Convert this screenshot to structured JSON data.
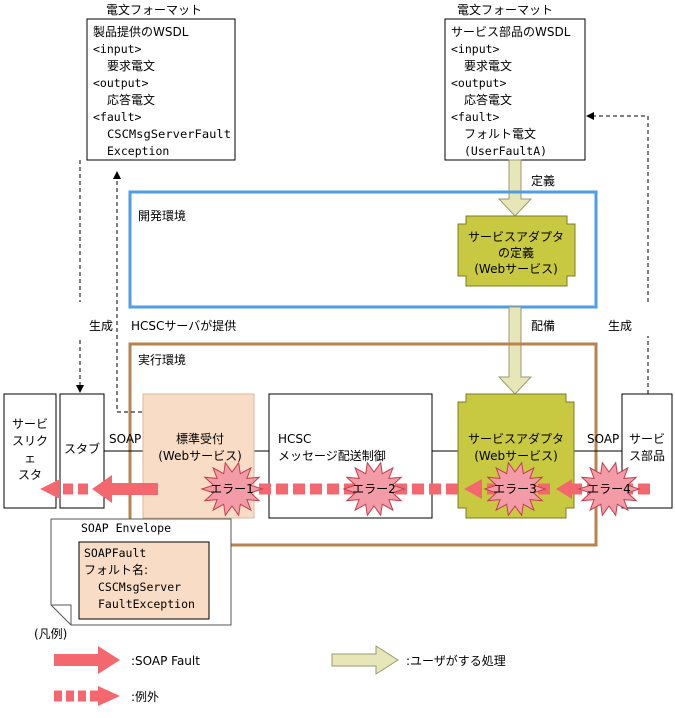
{
  "left_wsdl": {
    "caption": "電文フォーマット",
    "lines": [
      "製品提供のWSDL",
      "<input>",
      "要求電文",
      "<output>",
      "応答電文",
      "<fault>",
      "CSCMsgServerFault",
      "Exception"
    ]
  },
  "right_wsdl": {
    "caption": "電文フォーマット",
    "lines": [
      "サービス部品のWSDL",
      "<input>",
      "要求電文",
      "<output>",
      "応答電文",
      "<fault>",
      "フォルト電文",
      "(UserFaultA)"
    ]
  },
  "labels": {
    "define": "定義",
    "deploy": "配備",
    "generate_left": "生成",
    "generate_right": "生成",
    "hcsc_provided": "HCSCサーバが提供",
    "soap_left": "SOAP",
    "soap_right": "SOAP"
  },
  "dev_env": {
    "title": "開発環境",
    "adapter_definition": [
      "サービスアダプタ",
      "の定義",
      "(Webサービス)"
    ]
  },
  "run_env": {
    "title": "実行環境"
  },
  "nodes": {
    "service_requester": [
      "サービ",
      "スリク",
      "ェ",
      "スタ"
    ],
    "stub": "スタブ",
    "standard_reception": [
      "標準受付",
      "(Webサービス)"
    ],
    "hcsc_message": [
      "HCSC",
      "メッセージ配送制御"
    ],
    "service_adapter": [
      "サービスアダプタ",
      "(Webサービス)"
    ],
    "service_component": [
      "サービ",
      "ス部品"
    ]
  },
  "errors": [
    "エラー1",
    "エラー2",
    "エラー3",
    "エラー4"
  ],
  "envelope": {
    "title": "SOAP Envelope",
    "lines": [
      "SOAPFault",
      "フォルト名:",
      "CSCMsgServer",
      "FaultException"
    ]
  },
  "legend": {
    "title": "(凡例)",
    "soap_fault": ":SOAP Fault",
    "exception": ":例外",
    "user_action": ":ユーザがする処理"
  },
  "colors": {
    "fault_arrow": "#f4676f",
    "user_arrow": "#e7e6b8",
    "adapter_fill": "#c8c841",
    "reception_fill": "#f8dcc6",
    "dev_border": "#4f9ee5",
    "run_border": "#b8834e",
    "error_burst": "#f39ba6"
  }
}
